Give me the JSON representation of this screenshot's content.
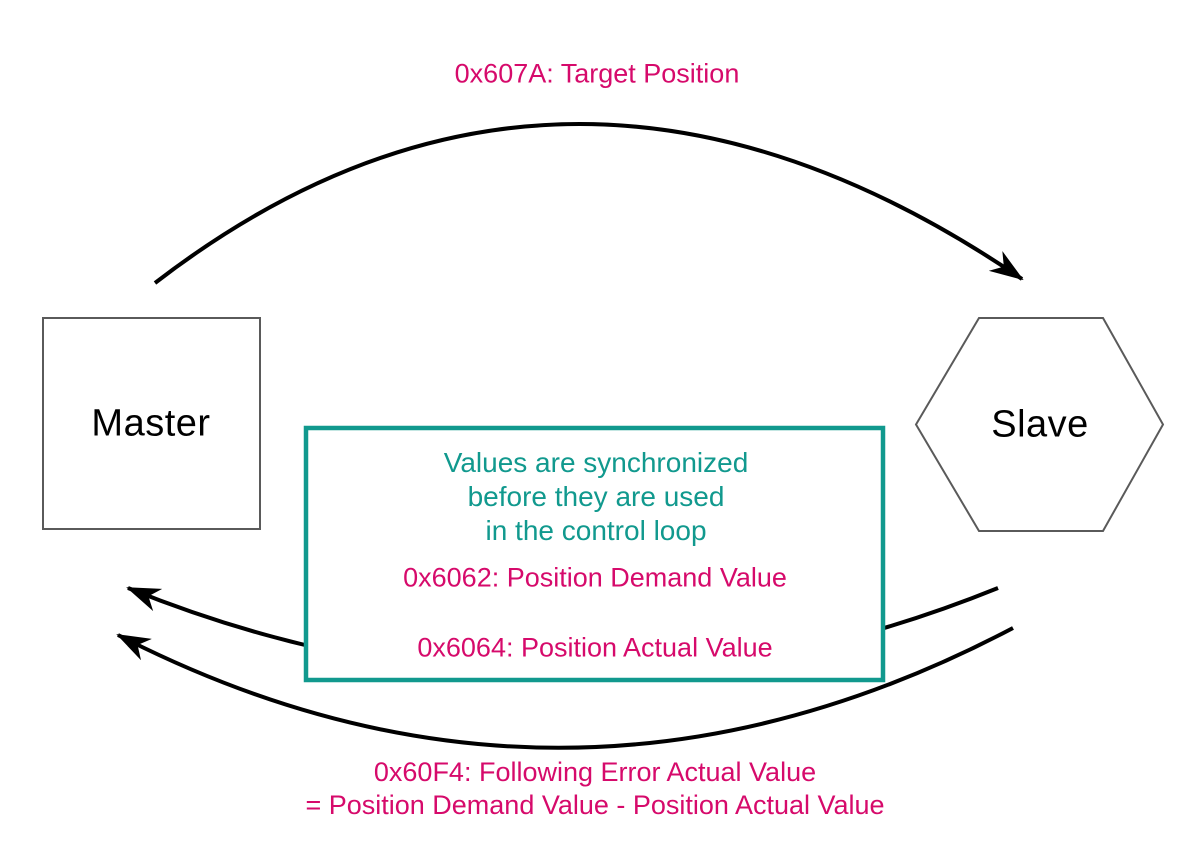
{
  "diagram": {
    "type": "master-slave-pdo-flow",
    "top_arrow_label": "0x607A: Target Position",
    "nodes": {
      "master": {
        "label": "Master",
        "shape": "square"
      },
      "slave": {
        "label": "Slave",
        "shape": "hexagon"
      }
    },
    "sync_box": {
      "note_line1": "Values are synchronized",
      "note_line2": "before they are used",
      "note_line3": "in the control loop",
      "pdo_demand": "0x6062: Position Demand Value",
      "pdo_actual": "0x6064: Position Actual Value"
    },
    "bottom_label": {
      "line1": "0x60F4: Following Error Actual Value",
      "line2": "= Position Demand Value - Position Actual Value"
    },
    "colors": {
      "magenta_text": "#d60a6b",
      "teal_accent": "#11998e",
      "arrow_stroke": "#000000",
      "node_border": "#5a5a5a",
      "background": "#ffffff"
    }
  }
}
